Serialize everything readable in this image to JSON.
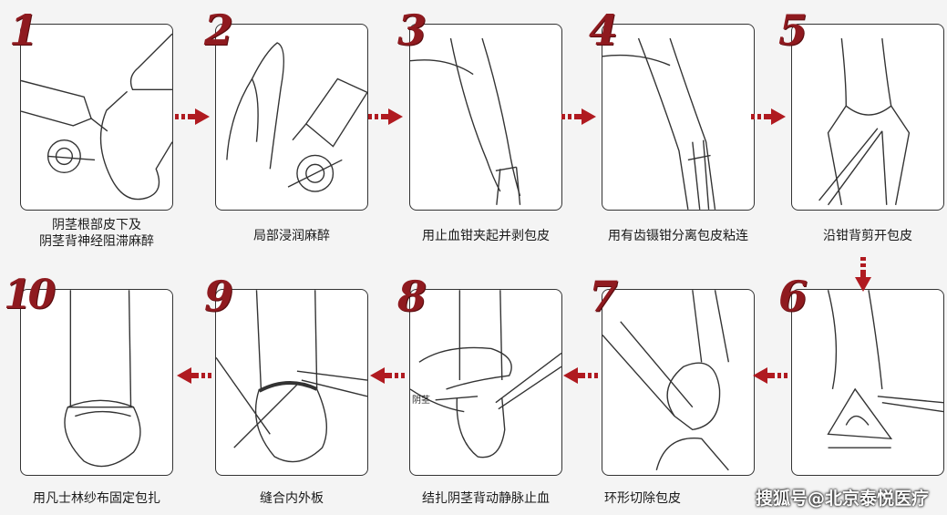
{
  "steps": [
    {
      "number": "1",
      "caption": "阴茎根部皮下及\n阴茎背神经阻滞麻醉"
    },
    {
      "number": "2",
      "caption": "局部浸润麻醉"
    },
    {
      "number": "3",
      "caption": "用止血钳夹起并剥包皮"
    },
    {
      "number": "4",
      "caption": "用有齿镊钳分离包皮粘连"
    },
    {
      "number": "5",
      "caption": "沿钳背剪开包皮"
    },
    {
      "number": "6",
      "caption": ""
    },
    {
      "number": "7",
      "caption": "环形切除包皮"
    },
    {
      "number": "8",
      "caption": "结扎阴茎背动静脉止血"
    },
    {
      "number": "9",
      "caption": "缝合内外板"
    },
    {
      "number": "10",
      "caption": "用凡士林纱布固定包扎"
    }
  ],
  "labels": {
    "step8_pointer": "阴茎"
  },
  "watermark": "搜狐号@北京泰悦医疗",
  "colors": {
    "accent": "#8f1a1f",
    "arrow": "#b01a20"
  }
}
